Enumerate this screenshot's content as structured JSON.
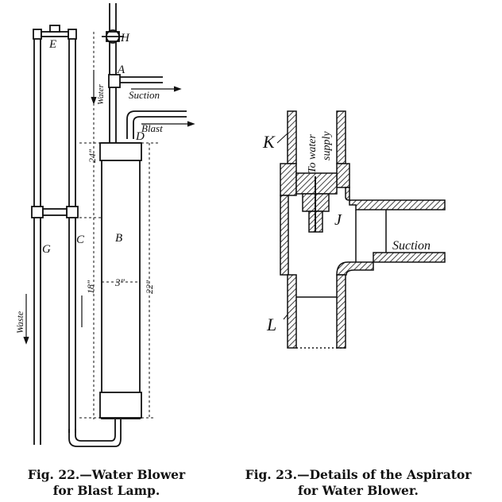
{
  "figure22": {
    "labels": {
      "E": "E",
      "H": "H",
      "A": "A",
      "D": "D",
      "B": "B",
      "C": "C",
      "G": "G",
      "water": "Water",
      "suction": "Suction",
      "blast": "Blast",
      "waste": "Waste",
      "dim_24": "24\"",
      "dim_3": "3\"",
      "dim_18": "18\"",
      "dim_22": "22\""
    },
    "caption_line1": "Fig. 22.—Water Blower",
    "caption_line2": "for Blast Lamp."
  },
  "figure23": {
    "labels": {
      "K": "K",
      "J": "J",
      "L": "L",
      "to_water_supply_1": "To water",
      "to_water_supply_2": "supply",
      "suction": "Suction"
    },
    "caption_line1": "Fig. 23.—Details of the Aspirator",
    "caption_line2": "for Water Blower."
  }
}
